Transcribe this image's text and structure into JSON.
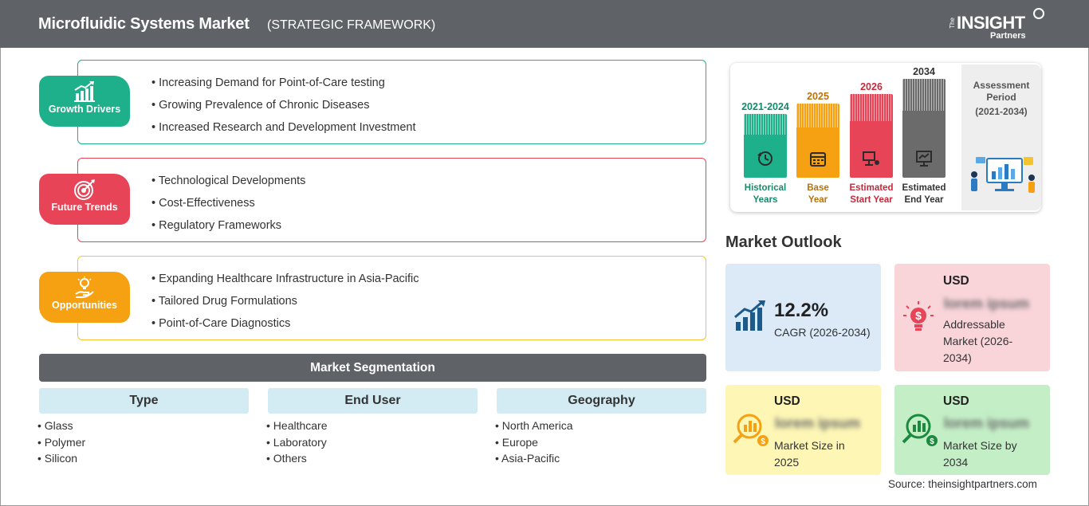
{
  "header": {
    "title": "Microfluidic Systems Market",
    "subtitle": "(STRATEGIC FRAMEWORK)",
    "logo": {
      "the": "The",
      "main": "INSIGHT",
      "partners": "Partners"
    }
  },
  "framework": {
    "growth_drivers": {
      "label": "Growth Drivers",
      "color": "#1db08a",
      "icon": "bar-chart-growth-icon",
      "items": [
        "Increasing Demand for Point-of-Care testing",
        "Growing Prevalence of Chronic Diseases",
        "Increased Research and Development Investment"
      ]
    },
    "future_trends": {
      "label": "Future Trends",
      "color": "#e84457",
      "icon": "target-icon",
      "items": [
        "Technological Developments",
        "Cost-Effectiveness",
        "Regulatory Frameworks"
      ]
    },
    "opportunities": {
      "label": "Opportunities",
      "color": "#f5a112",
      "icon": "lightbulb-hand-icon",
      "items": [
        "Expanding Healthcare Infrastructure in Asia-Pacific",
        "Tailored Drug Formulations",
        "Point-of-Care Diagnostics"
      ]
    }
  },
  "segmentation": {
    "title": "Market Segmentation",
    "columns": [
      {
        "heading": "Type",
        "items": [
          "Glass",
          "Polymer",
          "Silicon"
        ]
      },
      {
        "heading": "End User",
        "items": [
          "Healthcare",
          "Laboratory",
          "Others"
        ]
      },
      {
        "heading": "Geography",
        "items": [
          "North America",
          "Europe",
          "Asia-Pacific"
        ]
      }
    ]
  },
  "timeline": {
    "bars": [
      {
        "year": "2021-2024",
        "label1": "Historical",
        "label2": "Years",
        "color": "#1db08a",
        "year_color": "#158a6b",
        "icon": "history-clock-icon"
      },
      {
        "year": "2025",
        "label1": "Base",
        "label2": "Year",
        "color": "#f5a112",
        "year_color": "#b8730a",
        "icon": "calendar-icon"
      },
      {
        "year": "2026",
        "label1": "Estimated",
        "label2": "Start Year",
        "color": "#e84457",
        "year_color": "#c42a3c",
        "icon": "projector-icon"
      },
      {
        "year": "2034",
        "label1": "Estimated",
        "label2": "End Year",
        "color": "#6b6b6b",
        "year_color": "#333333",
        "icon": "monitor-chart-icon"
      }
    ],
    "assessment": {
      "title": "Assessment Period",
      "period": "(2021-2034)"
    }
  },
  "outlook": {
    "title": "Market Outlook",
    "cagr": {
      "value": "12.2%",
      "label": "CAGR (2026-2034)",
      "color": "#dbeaf6"
    },
    "addressable": {
      "currency": "USD",
      "value": "lorem ipsum",
      "label": "Addressable Market (2026-2034)",
      "color": "#f9d5da"
    },
    "size_2025": {
      "currency": "USD",
      "value": "lorem ipsum",
      "label": "Market Size in 2025",
      "color": "#fdf6b5"
    },
    "size_2034": {
      "currency": "USD",
      "value": "lorem ipsum",
      "label": "Market Size by 2034",
      "color": "#c4efc6"
    }
  },
  "source": "Source: theinsightpartners.com"
}
